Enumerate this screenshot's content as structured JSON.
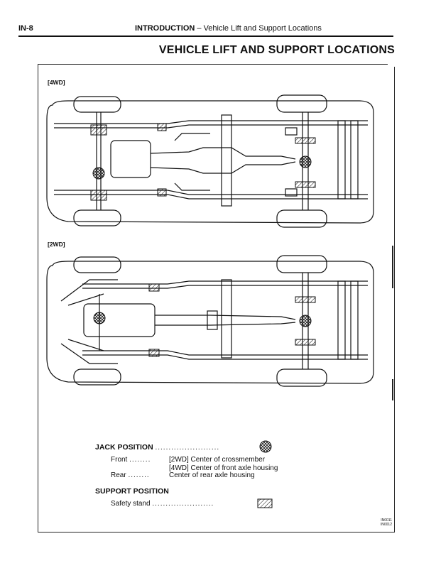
{
  "header": {
    "page_number": "IN-8",
    "section": "INTRODUCTION",
    "dash": " – ",
    "subsection": "Vehicle Lift and Support Locations"
  },
  "title": "VEHICLE LIFT AND SUPPORT LOCATIONS",
  "diagrams": [
    {
      "label": "[4WD]"
    },
    {
      "label": "[2WD]"
    }
  ],
  "legend": {
    "jack_title": "JACK POSITION",
    "jack_dots": "........................",
    "front_label": "Front",
    "front_dots": "........",
    "front_2wd": "[2WD]  Center of crossmember",
    "front_4wd": "[4WD]  Center of front axle housing",
    "rear_label": "Rear",
    "rear_dots": "........",
    "rear_text": "Center of rear axle housing",
    "support_title": "SUPPORT POSITION",
    "stand_label": "Safety stand",
    "stand_dots": "......................."
  },
  "codes": [
    "IN0011",
    "IN0012"
  ]
}
